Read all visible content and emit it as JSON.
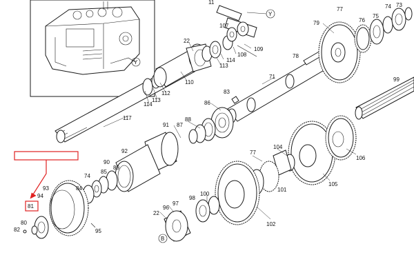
{
  "diagram": {
    "inset_callout": "Y",
    "view_markers": [
      "Y",
      "B"
    ],
    "labels": [
      {
        "id": "l117",
        "text": "117"
      },
      {
        "id": "l114a",
        "text": "114"
      },
      {
        "id": "l113a",
        "text": "113"
      },
      {
        "id": "l112",
        "text": "112"
      },
      {
        "id": "l110",
        "text": "110"
      },
      {
        "id": "l22a",
        "text": "22"
      },
      {
        "id": "l113b",
        "text": "113"
      },
      {
        "id": "l114b",
        "text": "114"
      },
      {
        "id": "l108",
        "text": "108"
      },
      {
        "id": "l109",
        "text": "109"
      },
      {
        "id": "l107",
        "text": "107"
      },
      {
        "id": "l11",
        "text": "11"
      },
      {
        "id": "l83",
        "text": "83"
      },
      {
        "id": "l71",
        "text": "71"
      },
      {
        "id": "l79",
        "text": "79"
      },
      {
        "id": "l78",
        "text": "78"
      },
      {
        "id": "l77a",
        "text": "77"
      },
      {
        "id": "l76",
        "text": "76"
      },
      {
        "id": "l75",
        "text": "75"
      },
      {
        "id": "l74a",
        "text": "74"
      },
      {
        "id": "l73",
        "text": "73"
      },
      {
        "id": "l99",
        "text": "99"
      },
      {
        "id": "l86",
        "text": "86"
      },
      {
        "id": "l88",
        "text": "88"
      },
      {
        "id": "l87",
        "text": "87"
      },
      {
        "id": "l91",
        "text": "91"
      },
      {
        "id": "l92",
        "text": "92"
      },
      {
        "id": "l90",
        "text": "90"
      },
      {
        "id": "l89",
        "text": "89"
      },
      {
        "id": "l74b",
        "text": "74"
      },
      {
        "id": "l85",
        "text": "85"
      },
      {
        "id": "l84",
        "text": "84"
      },
      {
        "id": "l93",
        "text": "93"
      },
      {
        "id": "l94",
        "text": "94"
      },
      {
        "id": "l81",
        "text": "81"
      },
      {
        "id": "l80",
        "text": "80"
      },
      {
        "id": "l82",
        "text": "82"
      },
      {
        "id": "l95",
        "text": "95"
      },
      {
        "id": "l77b",
        "text": "77"
      },
      {
        "id": "l104",
        "text": "104"
      },
      {
        "id": "l106",
        "text": "106"
      },
      {
        "id": "l105",
        "text": "105"
      },
      {
        "id": "l101",
        "text": "101"
      },
      {
        "id": "l100",
        "text": "100"
      },
      {
        "id": "l98",
        "text": "98"
      },
      {
        "id": "l97",
        "text": "97"
      },
      {
        "id": "l96",
        "text": "96"
      },
      {
        "id": "l22b",
        "text": "22"
      },
      {
        "id": "l102",
        "text": "102"
      }
    ],
    "highlight": {
      "color": "#e02020",
      "target_label": "81"
    }
  }
}
